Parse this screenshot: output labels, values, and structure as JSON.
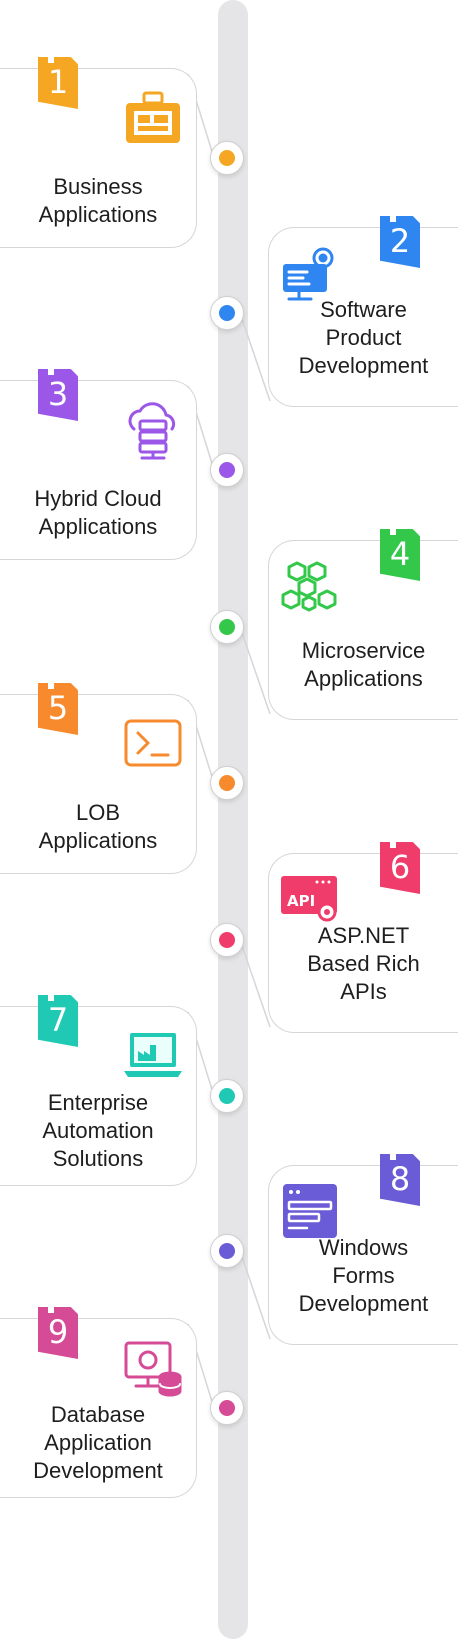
{
  "milestones": [
    {
      "number": "1",
      "title": "Business Applications",
      "lines": [
        "Business",
        "Applications"
      ],
      "side": "left",
      "color": "#f5a623",
      "icon": "briefcase-app-icon"
    },
    {
      "number": "2",
      "title": "Software Product Development",
      "lines": [
        "Software",
        "Product",
        "Development"
      ],
      "side": "right",
      "color": "#2f86f0",
      "icon": "monitor-gear-icon"
    },
    {
      "number": "3",
      "title": "Hybrid Cloud Applications",
      "lines": [
        "Hybrid Cloud",
        "Applications"
      ],
      "side": "left",
      "color": "#9b57e8",
      "icon": "cloud-server-icon"
    },
    {
      "number": "4",
      "title": "Microservice Applications",
      "lines": [
        "Microservice",
        "Applications"
      ],
      "side": "right",
      "color": "#34c84a",
      "icon": "cubes-network-icon"
    },
    {
      "number": "5",
      "title": "LOB Applications",
      "lines": [
        "LOB",
        "Applications"
      ],
      "side": "left",
      "color": "#f78a2c",
      "icon": "terminal-prompt-icon"
    },
    {
      "number": "6",
      "title": "ASP.NET Based Rich APIs",
      "lines": [
        "ASP.NET",
        "Based Rich",
        "APIs"
      ],
      "side": "right",
      "color": "#ef3c6a",
      "icon": "api-window-icon"
    },
    {
      "number": "7",
      "title": "Enterprise Automation Solutions",
      "lines": [
        "Enterprise",
        "Automation",
        "Solutions"
      ],
      "side": "left",
      "color": "#1fc9b3",
      "icon": "laptop-factory-icon"
    },
    {
      "number": "8",
      "title": "Windows Forms Development",
      "lines": [
        "Windows",
        "Forms",
        "Development"
      ],
      "side": "right",
      "color": "#6a5bd6",
      "icon": "window-form-icon"
    },
    {
      "number": "9",
      "title": "Database Application Development",
      "lines": [
        "Database",
        "Application",
        "Development"
      ],
      "side": "left",
      "color": "#d54b96",
      "icon": "monitor-database-icon"
    }
  ]
}
